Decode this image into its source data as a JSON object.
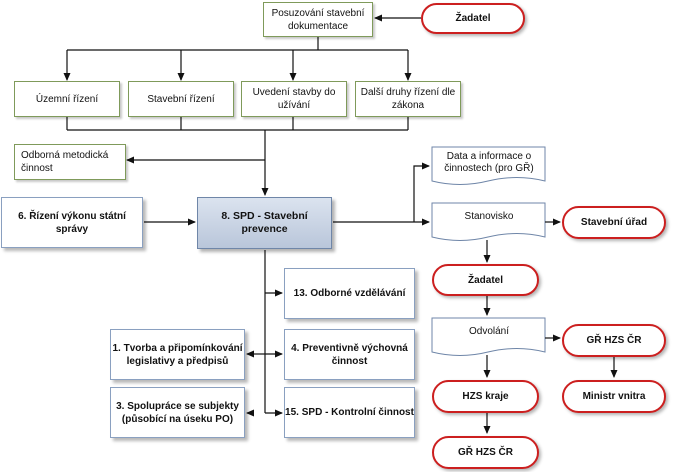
{
  "nodes": {
    "posuzovani": "Posuzování stavební dokumentace",
    "zadatel_top": "Žadatel",
    "uzemni": "Územní řízení",
    "stavebni_rizeni": "Stavební řízení",
    "uvedeni": "Uvedení stavby do užívání",
    "dalsi": "Další druhy řízení dle zákona",
    "odborna_metodicka": "Odborná metodická činnost",
    "data_info": "Data a informace o činnostech (pro GŘ)",
    "rizeni_vykonu": "6. Řízení výkonu státní správy",
    "spd_main": "8. SPD - Stavební prevence",
    "stanovisko": "Stanovisko",
    "stavebni_urad": "Stavební úřad",
    "zadatel_mid": "Žadatel",
    "odborne_vzdelavani": "13. Odborné vzdělávání",
    "odvolani": "Odvolání",
    "gr_hzs_right": "GŘ HZS ČR",
    "tvorba": "1. Tvorba a připomínkování legislativy a předpisů",
    "preventivne": "4. Preventivně výchovná činnost",
    "hzs_kraje": "HZS kraje",
    "ministr": "Ministr vnitra",
    "spoluprace": "3. Spolupráce se subjekty (působící na úseku PO)",
    "kontrolni": "15. SPD - Kontrolní činnost",
    "gr_hzs_bottom": "GŘ HZS ČR"
  },
  "colors": {
    "line": "#111111",
    "green_border": "#7f9a5a",
    "blue_border": "#8aa0c0",
    "main_fill": "#c6d2e3",
    "pill_border": "#cc1f1f",
    "doc_border": "#6f86a8"
  }
}
